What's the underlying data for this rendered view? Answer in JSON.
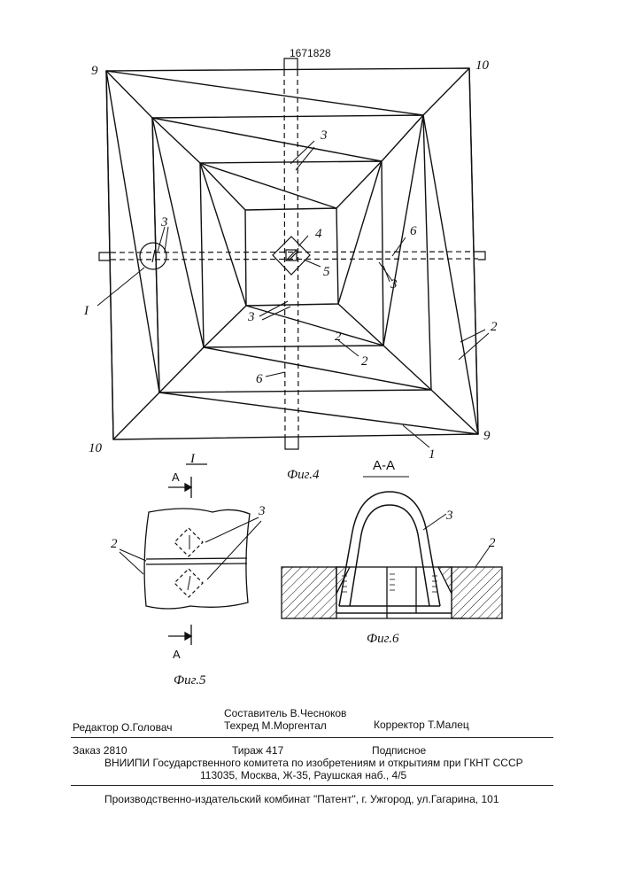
{
  "patent_number": "1671828",
  "figure_4": {
    "caption": "Фиг.4",
    "corner_labels": [
      "9",
      "10",
      "10",
      "9"
    ],
    "part_labels": [
      "1",
      "2",
      "2",
      "2",
      "3",
      "3",
      "3",
      "3",
      "4",
      "5",
      "6",
      "6"
    ],
    "detail_label": "I"
  },
  "figure_5": {
    "caption": "Фиг.5",
    "detail_label": "I",
    "section_marks": [
      "A",
      "A"
    ],
    "part_labels": [
      "2",
      "3"
    ]
  },
  "figure_6": {
    "caption": "Фиг.6",
    "section_title": "А-А",
    "part_labels": [
      "3",
      "2"
    ]
  },
  "imprint": {
    "editor": "Редактор  О.Головач",
    "compiler": "Составитель В.Чесноков",
    "techred": "Техред М.Моргентал",
    "corrector": "Корректор  Т.Малец",
    "order": "Заказ  2810",
    "circulation": "Тираж 417",
    "subscription": "Подписное",
    "vniipi": "ВНИИПИ Государственного комитета по изобретениям и открытиям при ГКНТ СССР",
    "address": "113035, Москва, Ж-35, Раушская наб., 4/5",
    "publisher": "Производственно-издательский комбинат \"Патент\", г. Ужгород, ул.Гагарина, 101"
  }
}
